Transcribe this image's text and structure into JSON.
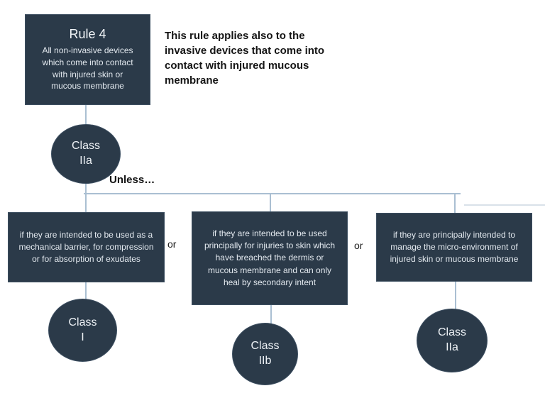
{
  "diagram": {
    "rule_box": {
      "title": "Rule 4",
      "body": "All non-invasive devices which come into contact with injured skin or mucous membrane"
    },
    "note": "This rule applies also to the invasive devices that come into contact with injured mucous membrane",
    "root_class": {
      "line1": "Class",
      "line2": "IIa"
    },
    "unless_label": "Unless…",
    "or_label": "or",
    "branches": [
      {
        "condition": "if they are intended to be used as a mechanical barrier, for compression or for absorption of exudates",
        "class_line1": "Class",
        "class_line2": "I"
      },
      {
        "condition": "if they are intended to be used principally for injuries to skin which have breached the dermis or mucous membrane and can only heal by secondary intent",
        "class_line1": "Class",
        "class_line2": "IIb"
      },
      {
        "condition": "if they are principally intended to manage the micro-environment of injured skin or mucous membrane",
        "class_line1": "Class",
        "class_line2": "IIa"
      }
    ],
    "colors": {
      "shape_fill": "#2b3a49",
      "shape_text": "#e3e9ef",
      "connector": "#aabfd2",
      "annotation_text": "#111111",
      "background": "#ffffff"
    }
  }
}
